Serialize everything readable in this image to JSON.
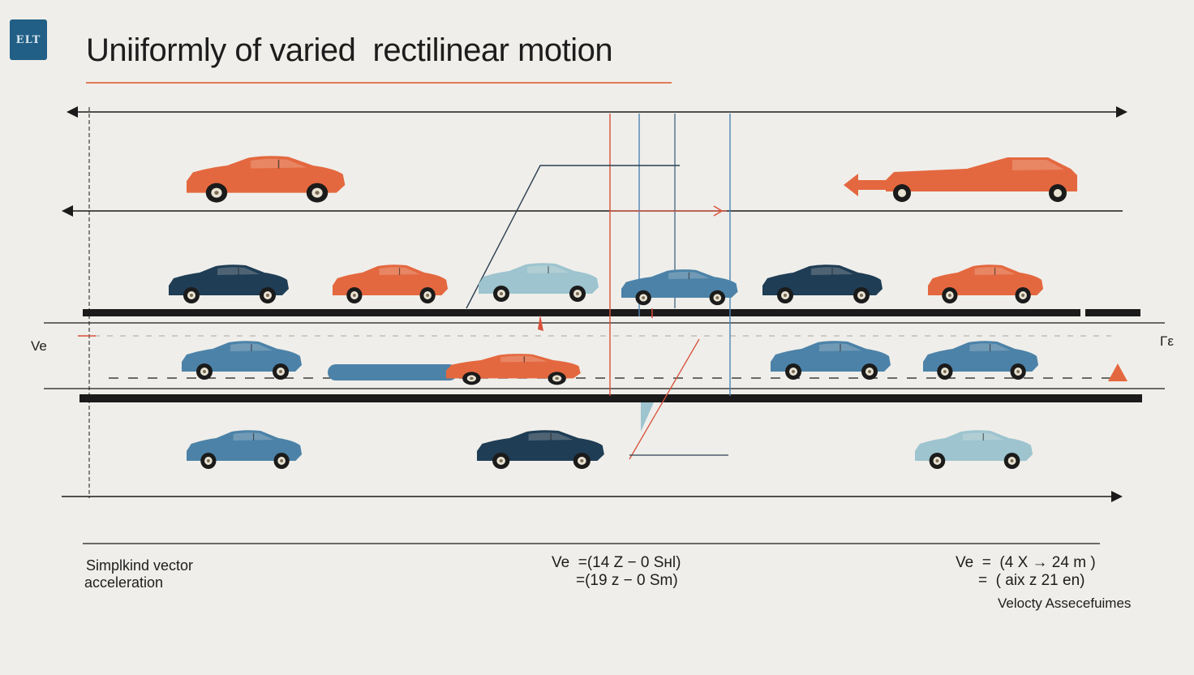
{
  "logo": {
    "text": "ELT"
  },
  "title": "Uniiformly of varied  rectilinear motion",
  "side_labels": {
    "left": "Ve",
    "right": "Γε"
  },
  "bottom_left": {
    "line1": "Simplkind vector",
    "line2": "acceleration"
  },
  "equation_middle": {
    "line1": "Ve  =(14 Z − 0 Sнl)",
    "line2": "=(19 z − 0 Sm)"
  },
  "equation_right": {
    "line1": "Ve  =  (4 X → 24 m )",
    "line2": "=  ( aix z 21 en)"
  },
  "legend_caption": "Velocty Assecefuimes",
  "colors": {
    "orange": "#e4683f",
    "navy": "#1f3d55",
    "blue": "#4c82a8",
    "light_blue": "#9dc4cf",
    "guide_red": "#d9503a",
    "guide_blue": "#4f85b4"
  },
  "icons": [
    "car",
    "arrow-left",
    "arrow-right",
    "warning-triangle"
  ]
}
